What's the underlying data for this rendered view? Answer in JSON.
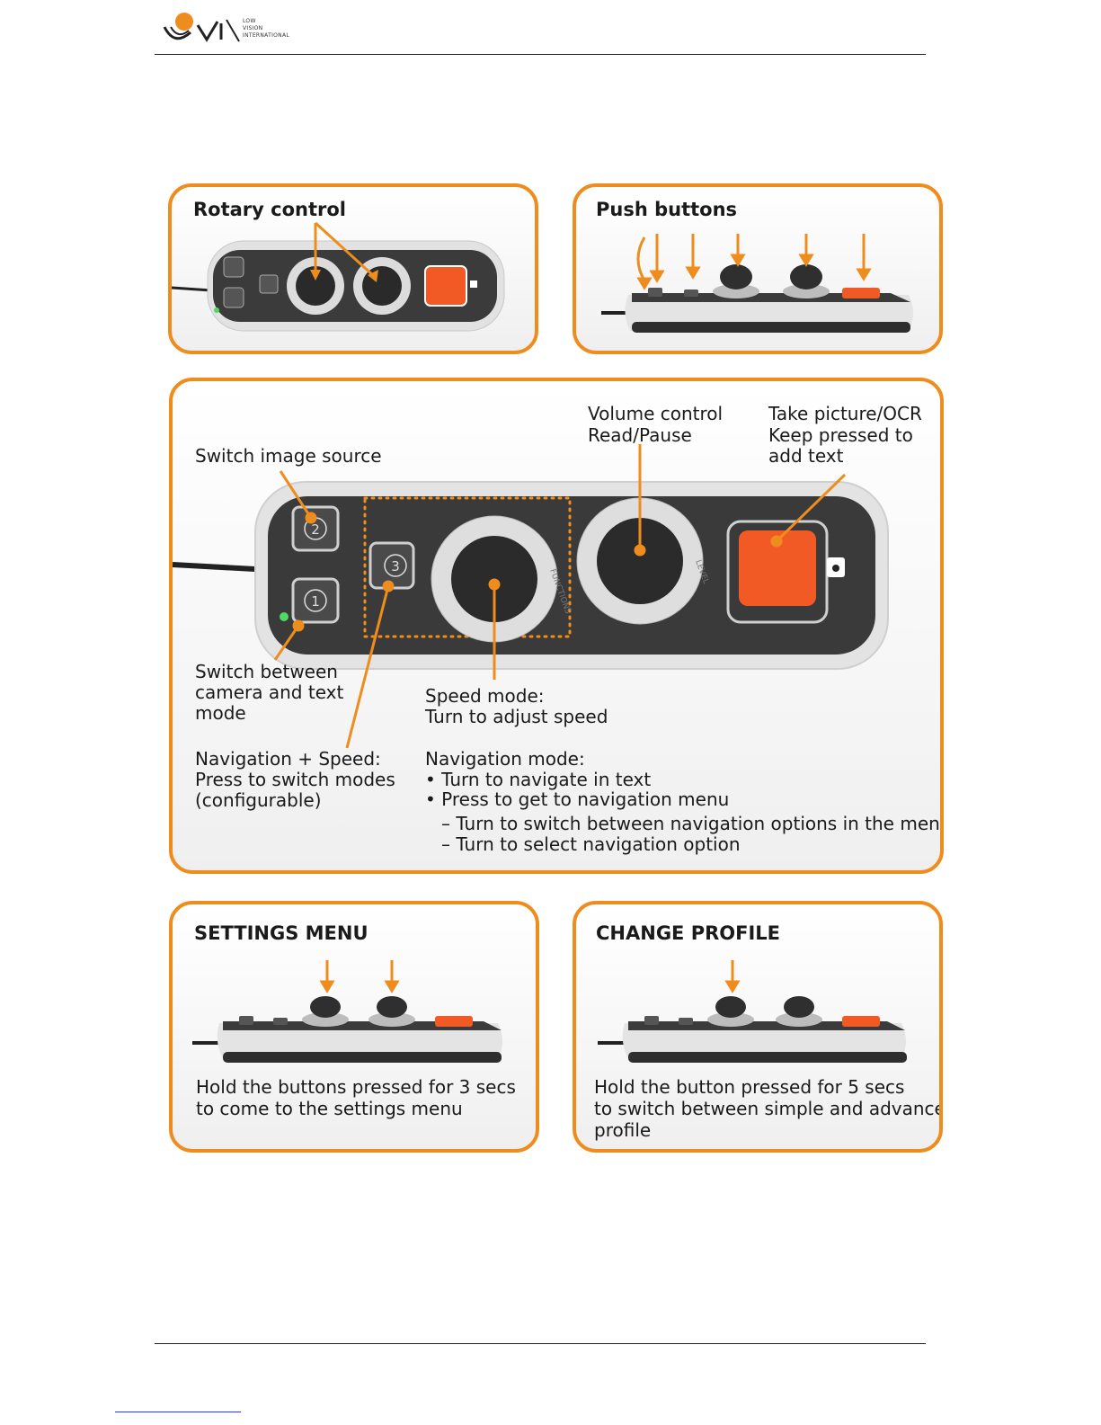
{
  "header": {
    "logo_text": "LVI",
    "logo_sub": [
      "LOW",
      "VISION",
      "INTERNATIONAL"
    ]
  },
  "panels": {
    "rotary": {
      "title": "Rotary control"
    },
    "push": {
      "title": "Push buttons"
    },
    "main": {
      "switch_source": "Switch image source",
      "switch_mode": [
        "Switch between",
        "camera and text",
        "mode"
      ],
      "nav_speed": [
        "Navigation + Speed:",
        "Press to switch modes",
        "(configurable)"
      ],
      "volume": [
        "Volume control",
        "Read/Pause"
      ],
      "take_picture": [
        "Take picture/OCR",
        "Keep pressed to",
        "add text"
      ],
      "speed_mode": [
        "Speed mode:",
        "Turn to adjust speed"
      ],
      "nav_mode": {
        "title": "Navigation mode:",
        "bullets": [
          "Turn to navigate in text",
          "Press to get to navigation menu"
        ],
        "subitems": [
          "– Turn to switch between navigation options in the menu",
          "– Turn to select navigation option"
        ]
      },
      "button_labels": {
        "b1": "1",
        "b2": "2",
        "b3": "3"
      },
      "knob_labels": {
        "functions": "FUNCTIONS",
        "level": "LEVEL"
      }
    },
    "settings": {
      "title": "SETTINGS MENU",
      "caption": [
        "Hold the buttons pressed for 3 secs",
        "to come to the settings menu"
      ]
    },
    "profile": {
      "title": "CHANGE PROFILE",
      "caption": [
        "Hold the button pressed for 5 secs",
        "to switch between simple and advanced",
        "profile"
      ]
    }
  },
  "colors": {
    "accent": "#ee8d1e",
    "device_dark": "#3a3a3a",
    "device_shell": "#d9d9d9",
    "ocr_button": "#f15a24"
  }
}
